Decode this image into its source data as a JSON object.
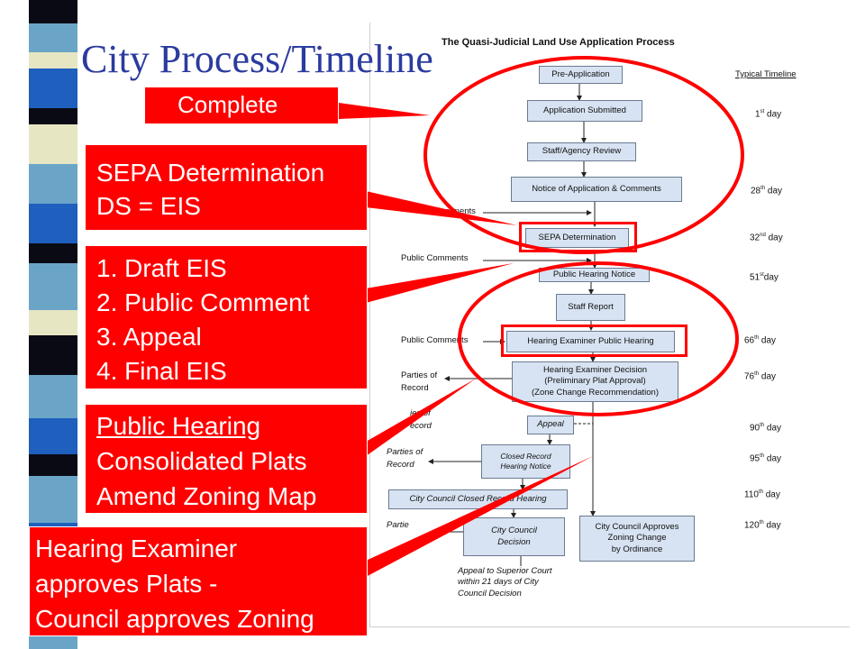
{
  "slide_title": "City Process/Timeline",
  "chart": {
    "title": "The Quasi-Judicial Land Use Application Process",
    "timeline_header": "Typical  Timeline",
    "steps": [
      "Pre-Application",
      "Application  Submitted",
      "Staff/Agency Review",
      "Notice of Application & Comments",
      "SEPA Determination",
      "Public Hearing Notice",
      "Staff Report",
      "Hearing Examiner Public Hearing",
      "Hearing Examiner Decision",
      "(Preliminary Plat Approval)",
      "(Zone Change Recommendation)",
      "Appeal",
      "Closed Record",
      "Hearing Notice",
      "City Council Closed Record Hearing",
      "City Council",
      "Decision",
      "City Council Approves",
      "Zoning Change",
      "by Ordinance"
    ],
    "timeline": [
      {
        "num": "1",
        "sup": "st",
        "text": " day"
      },
      {
        "num": "28",
        "sup": "th",
        "text": " day"
      },
      {
        "num": "32",
        "sup": "nd",
        "text": " day"
      },
      {
        "num": "51",
        "sup": "st",
        "text": "day"
      },
      {
        "num": "66",
        "sup": "th",
        "text": " day"
      },
      {
        "num": "76",
        "sup": "th",
        "text": " day"
      },
      {
        "num": "90",
        "sup": "th",
        "text": " day"
      },
      {
        "num": "95",
        "sup": "th",
        "text": " day"
      },
      {
        "num": "110",
        "sup": "th",
        "text": " day"
      },
      {
        "num": "120",
        "sup": "th",
        "text": " day"
      }
    ],
    "side_labels": {
      "comments1": "Comments",
      "public_comments1": "Public Comments",
      "public_comments2": "Public Comments",
      "parties_of": "Parties of",
      "record": "Record",
      "ies_of": "ies of",
      "record2": "ecord",
      "parties_of_2": "Parties of",
      "record3": "Record",
      "partie_4": "Partie"
    },
    "appeal_note": [
      "Appeal to Superior Court",
      "within 21 days of City",
      "Council Decision"
    ]
  },
  "callouts": {
    "complete": "Complete",
    "sepa": [
      "SEPA Determination",
      "DS = EIS"
    ],
    "eis_steps": [
      "1. Draft EIS",
      "2. Public Comment",
      "3. Appeal",
      "4. Final EIS"
    ],
    "public_hearing": [
      "Public Hearing",
      "Consolidated Plats",
      "Amend Zoning Map"
    ],
    "examiner": [
      "Hearing Examiner",
      "approves Plats -",
      "Council approves Zoning"
    ]
  },
  "colors": {
    "accent_red": "#ff0000",
    "title_blue": "#2c3b9f",
    "box_fill": "#d7e3f2"
  }
}
